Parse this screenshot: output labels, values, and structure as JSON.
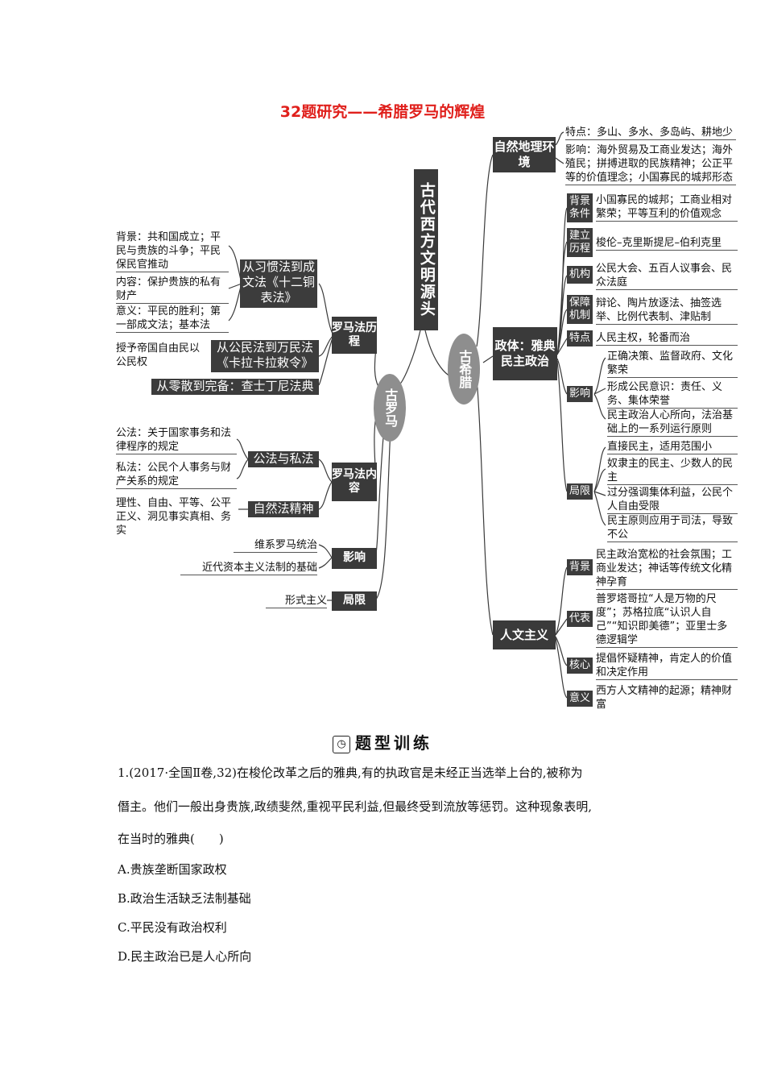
{
  "title": "32题研究——希腊罗马的辉煌",
  "central": "古代西方文明源头",
  "greece": {
    "label": "古希腊",
    "nature": {
      "title": "自然地理环境",
      "features": "特点：多山、多水、多岛屿、耕地少",
      "influence": "影响：海外贸易及工商业发达；海外殖民；拼搏进取的民族精神；公正平等的价值理念；小国寡民的城邦形态"
    },
    "politics": {
      "title": "政体：雅典民主政治",
      "background_label": "背景条件",
      "background": "小国寡民的城邦；工商业相对繁荣；平等互利的价值观念",
      "history_label": "建立历程",
      "history": "梭伦–克里斯提尼–伯利克里",
      "organ_label": "机构",
      "organ": "公民大会、五百人议事会、民众法庭",
      "mechanism_label": "保障机制",
      "mechanism": "辩论、陶片放逐法、抽签选举、比例代表制、津贴制",
      "feature_label": "特点",
      "feature": "人民主权，轮番而治",
      "influence_label": "影响",
      "influences": [
        "正确决策、监督政府、文化繁荣",
        "形成公民意识：责任、义务、集体荣誉",
        "民主政治人心所向，法治基础上的一系列运行原则"
      ],
      "limit_label": "局限",
      "limits": [
        "直接民主，适用范围小",
        "奴隶主的民主、少数人的民主",
        "过分强调集体利益，公民个人自由受限",
        "民主原则应用于司法，导致不公"
      ]
    },
    "humanism": {
      "title": "人文主义",
      "background_label": "背景",
      "background": "民主政治宽松的社会氛围；工商业发达；神话等传统文化精神孕育",
      "rep_label": "代表",
      "rep": "普罗塔哥拉“人是万物的尺度”；苏格拉底“认识人自己”“知识即美德”；亚里士多德逻辑学",
      "core_label": "核心",
      "core": "提倡怀疑精神，肯定人的价值和决定作用",
      "meaning_label": "意义",
      "meaning": "西方人文精神的起源；精神财富"
    }
  },
  "rome": {
    "label": "古罗马",
    "history": {
      "title": "罗马法历程",
      "stage1": "从习惯法到成文法《十二铜表法》",
      "stage1_bg": "背景：共和国成立；平民与贵族的斗争；平民保民官推动",
      "stage1_content": "内容：保护贵族的私有财产",
      "stage1_meaning": "意义：平民的胜利；第一部成文法；基本法",
      "stage2": "从公民法到万民法《卡拉卡拉敕令》",
      "stage2_note": "授予帝国自由民以公民权",
      "stage3": "从零散到完备：查士丁尼法典"
    },
    "content": {
      "title": "罗马法内容",
      "public_private": "公法与私法",
      "public": "公法：关于国家事务和法律程序的规定",
      "private": "私法：公民个人事务与财产关系的规定",
      "natural": "自然法精神",
      "natural_desc": "理性、自由、平等、公平正义、洞见事实真相、务实"
    },
    "influence": {
      "title": "影响",
      "items": [
        "维系罗马统治",
        "近代资本主义法制的基础"
      ]
    },
    "limit": {
      "title": "局限",
      "items": [
        "形式主义"
      ]
    }
  },
  "practice": {
    "heading": "题型训练",
    "icon": "clock-icon",
    "question_lines": [
      "1.(2017·全国Ⅱ卷,32)在梭伦改革之后的雅典,有的执政官是未经正当选举上台的,被称为",
      "僭主。他们一般出身贵族,政绩斐然,重视平民利益,但最终受到流放等惩罚。这种现象表明,",
      "在当时的雅典(　　)"
    ],
    "options": [
      "A.贵族垄断国家政权",
      "B.政治生活缺乏法制基础",
      "C.平民没有政治权利",
      "D.民主政治已是人心所向"
    ]
  }
}
